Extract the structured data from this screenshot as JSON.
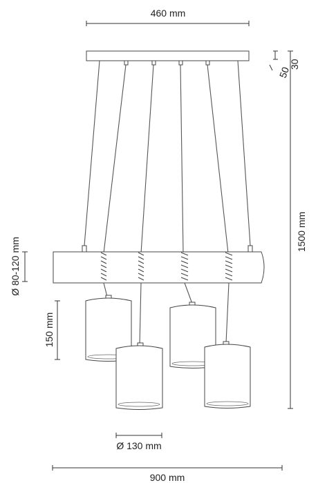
{
  "diagram": {
    "dimensions": {
      "canopy_width": "460 mm",
      "canopy_height_a": "50",
      "canopy_height_b": "30",
      "total_height": "1500 mm",
      "beam_diameter": "Ø 80-120 mm",
      "shade_height": "150 mm",
      "shade_diameter": "Ø 130 mm",
      "total_width": "900 mm"
    }
  }
}
